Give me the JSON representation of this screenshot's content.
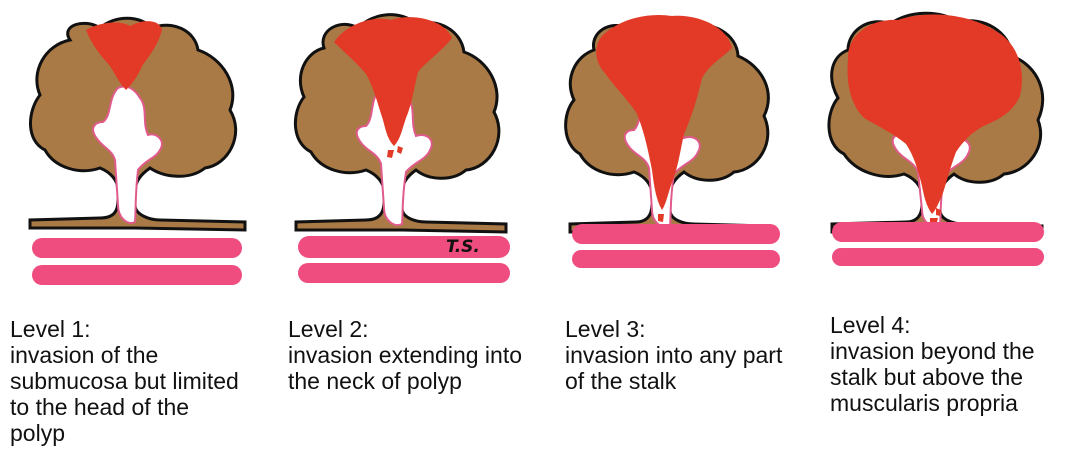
{
  "colors": {
    "polyp": "#A97A45",
    "tumor": "#E23A26",
    "mucosa_lining": "#E05A8C",
    "muscle": "#EF4C7F",
    "outline": "#111111"
  },
  "panels": [
    {
      "title": "Level 1:",
      "description": "invasion of the submucosa but limited to the head of the polyp",
      "invasion_level": 1
    },
    {
      "title": "Level 2:",
      "description": "invasion extending into the neck of polyp",
      "invasion_level": 2,
      "annotation": "T.S."
    },
    {
      "title": "Level 3:",
      "description": "invasion into any part of the stalk",
      "invasion_level": 3
    },
    {
      "title": "Level 4:",
      "description": "invasion beyond the stalk but above the muscularis propria",
      "invasion_level": 4
    }
  ]
}
